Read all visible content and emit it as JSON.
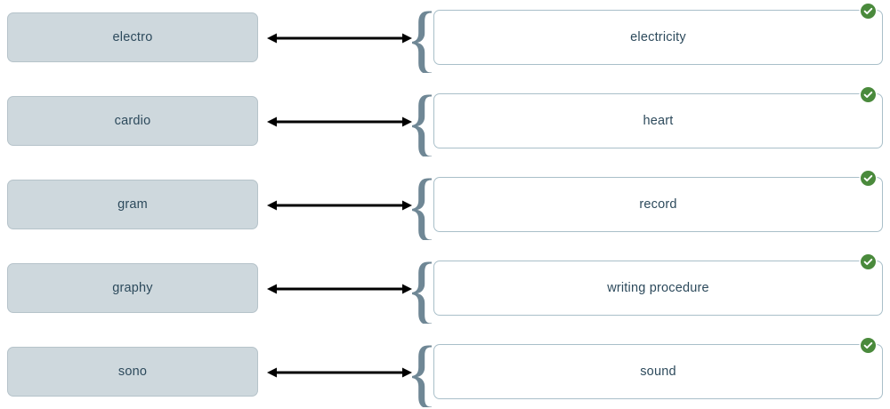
{
  "activity": {
    "type": "matching-exercise",
    "colors": {
      "term_fill": "#ced8dd",
      "term_border": "#b6c3ca",
      "definition_fill": "#ffffff",
      "definition_border": "#a9bfc9",
      "text": "#2d4a5c",
      "brace": "#6f8795",
      "arrow": "#000000",
      "correct_badge": "#4a8a3c"
    },
    "icons": {
      "connector": "double-headed-arrow-icon",
      "grouping": "curly-brace-icon",
      "status": "check-circle-icon"
    },
    "rows": [
      {
        "term": "electro",
        "definition": "electricity",
        "status": "correct",
        "status_label": "✓"
      },
      {
        "term": "cardio",
        "definition": "heart",
        "status": "correct",
        "status_label": "✓"
      },
      {
        "term": "gram",
        "definition": "record",
        "status": "correct",
        "status_label": "✓"
      },
      {
        "term": "graphy",
        "definition": "writing procedure",
        "status": "correct",
        "status_label": "✓"
      },
      {
        "term": "sono",
        "definition": "sound",
        "status": "correct",
        "status_label": "✓"
      }
    ]
  }
}
